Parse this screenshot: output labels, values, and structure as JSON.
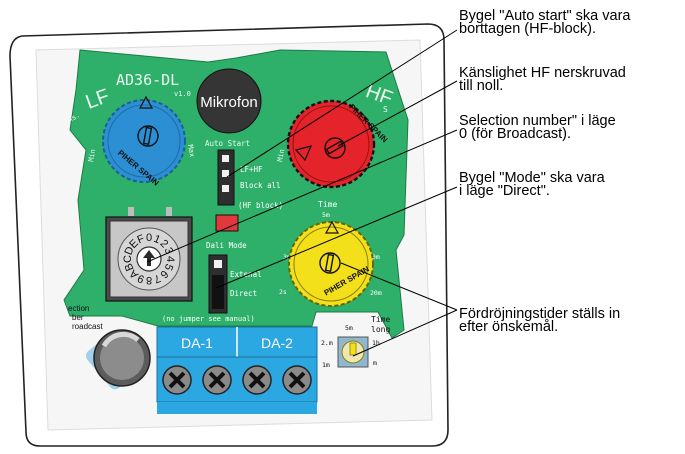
{
  "board": {
    "model": "AD36-DL",
    "version": "v1.0",
    "microphone_label": "Mikrofon",
    "knob_brand": "PIHER SPAIN",
    "lf_knob": {
      "label": "LF",
      "min": "Min",
      "max": "Max",
      "side": "ens."
    },
    "hf_knob": {
      "label": "HF",
      "min": "Min",
      "side": "S"
    },
    "auto_start": {
      "title": "Auto Start",
      "options": [
        "LF+HF",
        "Block all",
        "(HF block)"
      ]
    },
    "dali_mode": {
      "title": "Dali Mode",
      "options": [
        "Extenal",
        "Direct"
      ],
      "note": "(no jumper see manual)"
    },
    "time_knob": {
      "title": "Time",
      "marks": [
        "5m",
        "3m",
        "10m",
        "2s",
        "20m"
      ]
    },
    "rotary_switch": {
      "digits": "0123456789ABCDEF"
    },
    "selection": [
      "ection",
      "ber",
      "roadcast"
    ],
    "terminals": [
      "DA-1",
      "DA-2"
    ],
    "time_switch": {
      "title": "Time",
      "sub": "long",
      "marks": [
        "5m",
        "1h",
        "2.m",
        "1m",
        "m"
      ]
    },
    "colors": {
      "pcb": "#2fb06a",
      "lf_knob": "#2c8fd4",
      "hf_knob": "#e5232a",
      "time_knob": "#f3e01a",
      "terminal": "#2ba7e2",
      "jumper_red": "#e0383c"
    }
  },
  "callouts": [
    {
      "lines": [
        "Bygel \"Auto start\" ska vara",
        "borttagen (HF-block)."
      ]
    },
    {
      "lines": [
        "Känslighet HF nerskruvad",
        "till noll."
      ]
    },
    {
      "lines": [
        "Selection number\" i läge",
        "0 (för Broadcast)."
      ]
    },
    {
      "lines": [
        "Bygel  \"Mode\" ska vara",
        "i läge \"Direct\"."
      ]
    },
    {
      "lines": [
        "Fördröjningstider ställs in",
        "efter önskemål."
      ]
    }
  ]
}
